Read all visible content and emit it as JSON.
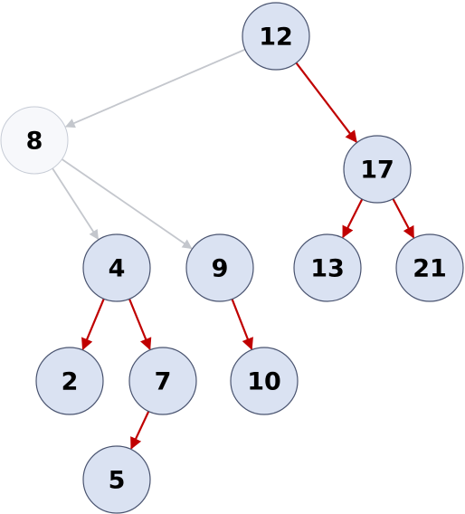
{
  "colors": {
    "node_fill": "#dae2f2",
    "node_stroke": "#4a5470",
    "highlight_fill": "#f7f8fb",
    "highlight_stroke": "#c7ccd6",
    "edge_red": "#c00000",
    "edge_gray": "#c4c7cd",
    "text": "#000000"
  },
  "tree": {
    "nodes": [
      {
        "id": "n12",
        "label": "12"
      },
      {
        "id": "n8",
        "label": "8",
        "highlighted": true
      },
      {
        "id": "n17",
        "label": "17"
      },
      {
        "id": "n4",
        "label": "4"
      },
      {
        "id": "n9",
        "label": "9"
      },
      {
        "id": "n13",
        "label": "13"
      },
      {
        "id": "n21",
        "label": "21"
      },
      {
        "id": "n2",
        "label": "2"
      },
      {
        "id": "n7",
        "label": "7"
      },
      {
        "id": "n10",
        "label": "10"
      },
      {
        "id": "n5",
        "label": "5"
      }
    ],
    "edges": [
      {
        "from": "n12",
        "to": "n8",
        "color": "gray"
      },
      {
        "from": "n12",
        "to": "n17",
        "color": "red"
      },
      {
        "from": "n8",
        "to": "n4",
        "color": "gray"
      },
      {
        "from": "n8",
        "to": "n9",
        "color": "gray"
      },
      {
        "from": "n17",
        "to": "n13",
        "color": "red"
      },
      {
        "from": "n17",
        "to": "n21",
        "color": "red"
      },
      {
        "from": "n4",
        "to": "n2",
        "color": "red"
      },
      {
        "from": "n4",
        "to": "n7",
        "color": "red"
      },
      {
        "from": "n9",
        "to": "n10",
        "color": "red"
      },
      {
        "from": "n7",
        "to": "n5",
        "color": "red"
      }
    ]
  }
}
